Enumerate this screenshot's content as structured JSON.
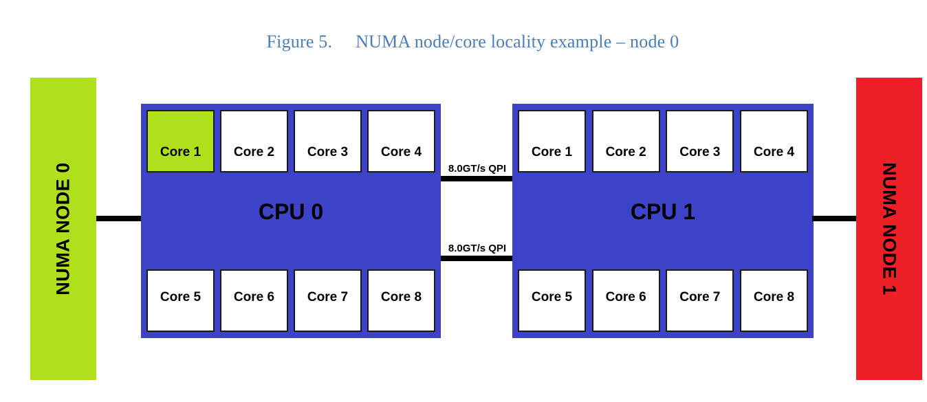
{
  "figure": {
    "caption_number": "Figure 5.",
    "caption_text": "NUMA node/core locality example – node 0",
    "caption_color": "#4a7ebb"
  },
  "numa_nodes": [
    {
      "id": "numa-node-0",
      "label": "NUMA NODE 0",
      "color": "#b0e01c"
    },
    {
      "id": "numa-node-1",
      "label": "NUMA NODE 1",
      "color": "#ed2027"
    }
  ],
  "cpus": [
    {
      "id": "cpu-0",
      "title": "CPU 0",
      "color": "#3d43c9",
      "cores_top": [
        {
          "label": "Core 1",
          "highlighted": true
        },
        {
          "label": "Core 2",
          "highlighted": false
        },
        {
          "label": "Core 3",
          "highlighted": false
        },
        {
          "label": "Core 4",
          "highlighted": false
        }
      ],
      "cores_bottom": [
        {
          "label": "Core 5",
          "highlighted": false
        },
        {
          "label": "Core 6",
          "highlighted": false
        },
        {
          "label": "Core 7",
          "highlighted": false
        },
        {
          "label": "Core 8",
          "highlighted": false
        }
      ]
    },
    {
      "id": "cpu-1",
      "title": "CPU 1",
      "color": "#3d43c9",
      "cores_top": [
        {
          "label": "Core 1",
          "highlighted": false
        },
        {
          "label": "Core 2",
          "highlighted": false
        },
        {
          "label": "Core 3",
          "highlighted": false
        },
        {
          "label": "Core 4",
          "highlighted": false
        }
      ],
      "cores_bottom": [
        {
          "label": "Core 5",
          "highlighted": false
        },
        {
          "label": "Core 6",
          "highlighted": false
        },
        {
          "label": "Core 7",
          "highlighted": false
        },
        {
          "label": "Core 8",
          "highlighted": false
        }
      ]
    }
  ],
  "interconnects": [
    {
      "id": "qpi-top",
      "label": "8.0GT/s QPI"
    },
    {
      "id": "qpi-bottom",
      "label": "8.0GT/s QPI"
    }
  ],
  "highlight_color": "#b0e01c"
}
